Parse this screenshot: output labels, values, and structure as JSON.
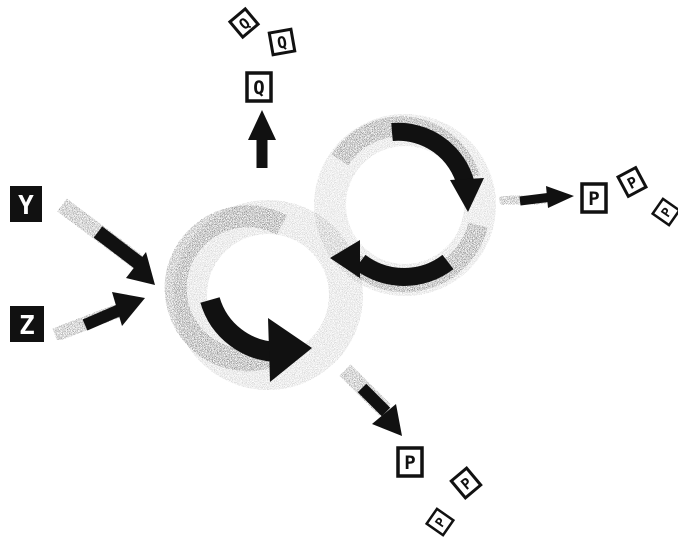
{
  "inputs": {
    "y": "Y",
    "z": "Z"
  },
  "outputs": {
    "q": [
      "Q",
      "Q",
      "Q"
    ],
    "p_right": [
      "P",
      "P",
      "P"
    ],
    "p_bottom": [
      "P",
      "P",
      "P"
    ]
  },
  "colors": {
    "ink": "#111111",
    "paper": "#ffffff"
  }
}
